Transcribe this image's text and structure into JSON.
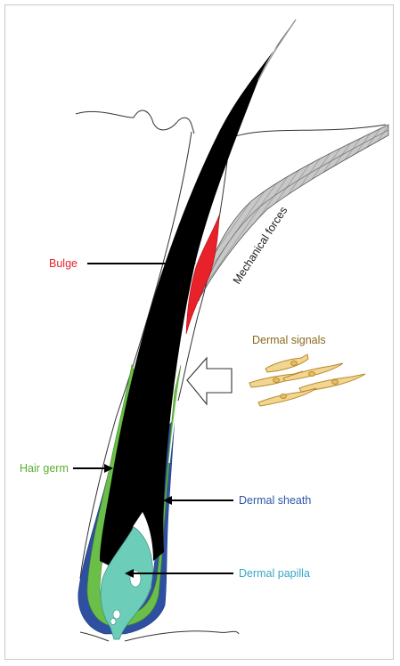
{
  "labels": {
    "bulge": "Bulge",
    "mechanical_forces": "Mechanical forces",
    "dermal_signals": "Dermal signals",
    "hair_germ": "Hair germ",
    "dermal_sheath": "Dermal sheath",
    "dermal_papilla": "Dermal papilla"
  },
  "colors": {
    "bulge": "#e8212a",
    "mechanical_forces": "#1a1a1a",
    "dermal_signals": "#8a6a1e",
    "hair_germ": "#5aae2e",
    "dermal_sheath": "#2b57a7",
    "dermal_papilla": "#3aa6c9",
    "hair_shaft": "#000000",
    "outer_sheath_green": "#6bbf48",
    "sheath_blue": "#2f50a0",
    "papilla_fill": "#6ccdb8",
    "fibroblast_fill": "#f2d591",
    "fibroblast_stroke": "#b88a2a",
    "muscle_gray": "#b5b5b5"
  },
  "icons": {
    "signal_arrow": "hollow-left-arrow-icon",
    "fibroblasts": "fibroblast-cell-icon"
  }
}
